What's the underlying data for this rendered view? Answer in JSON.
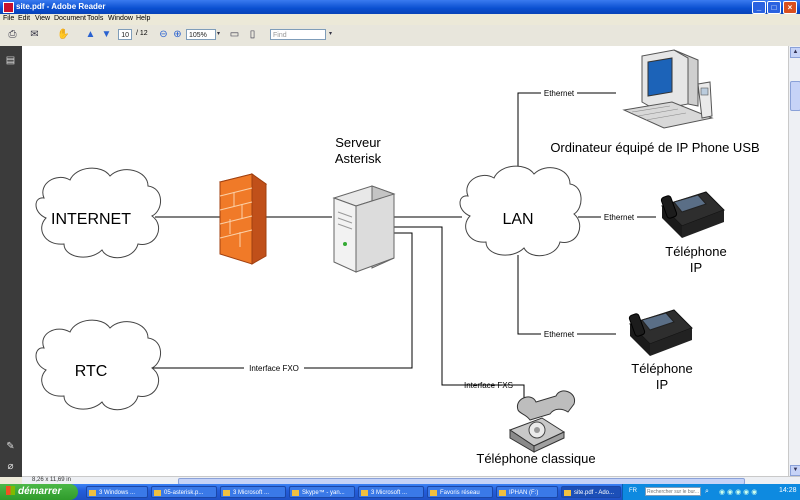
{
  "window": {
    "title": "site.pdf - Adobe Reader",
    "minimize": "_",
    "maximize": "□",
    "close": "×"
  },
  "menu": [
    "File",
    "Edit",
    "View",
    "Document",
    "Tools",
    "Window",
    "Help"
  ],
  "toolbar": {
    "page_current": "10",
    "page_total": "/ 12",
    "zoom": "105%",
    "find_placeholder": "Find"
  },
  "diagram": {
    "internet": "INTERNET",
    "rtc": "RTC",
    "lan": "LAN",
    "server_line1": "Serveur",
    "server_line2": "Asterisk",
    "pc_caption": "Ordinateur équipé de IP Phone USB",
    "phone1_line1": "Téléphone",
    "phone1_line2": "IP",
    "phone2_line1": "Téléphone",
    "phone2_line2": "IP",
    "classic_phone": "Téléphone classique",
    "ethernet_top": "Ethernet",
    "ethernet_mid": "Ethernet",
    "ethernet_bottom": "Ethernet",
    "fxo": "Interface FXO",
    "fxs": "Interface FXS"
  },
  "status": {
    "page_size": "8,26 x 11,69 in"
  },
  "taskbar": {
    "start": "démarrer",
    "tasks": [
      "3 Windows ...",
      "05-asterisk.p...",
      "3 Microsoft ...",
      "Skype™ - yan...",
      "3 Microsoft ...",
      "Favoris réseau",
      "IPHAN (F:)",
      "site.pdf - Ado..."
    ],
    "lang": "FR",
    "search_placeholder": "Rechercher sur le bur...",
    "clock": "14:28"
  },
  "colors": {
    "titlebar": "#0a4fd0",
    "firewall": "#f07a28",
    "taskbar": "#245edb",
    "start": "#3aa835"
  }
}
